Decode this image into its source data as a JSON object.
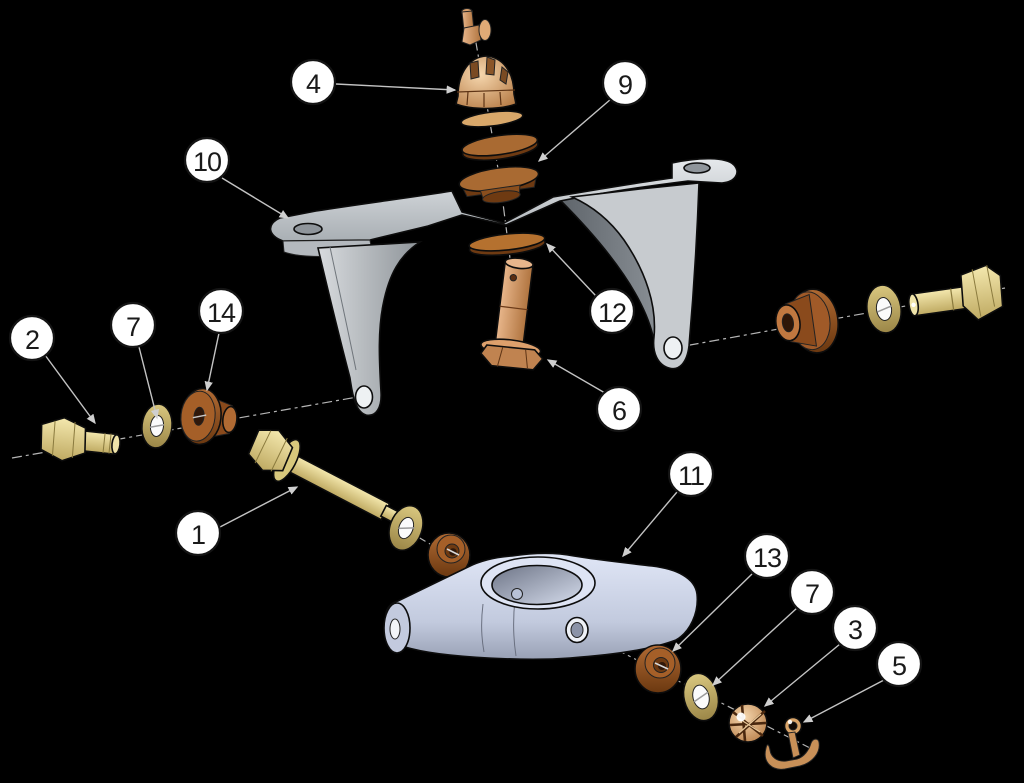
{
  "diagram": {
    "kind": "exploded-view-assembly-drawing",
    "background_color": "#000000",
    "visible_text": [
      "1",
      "2",
      "3",
      "4",
      "5",
      "6",
      "7",
      "9",
      "10",
      "11",
      "12",
      "13",
      "14"
    ]
  },
  "balloons": [
    {
      "label": "4",
      "part": "castellated-dome-nut"
    },
    {
      "label": "9",
      "part": "washer-spacer-stack"
    },
    {
      "label": "10",
      "part": "upper-mount-bracket"
    },
    {
      "label": "2",
      "part": "short-hex-bolt"
    },
    {
      "label": "7",
      "part": "flat-washer-left"
    },
    {
      "label": "14",
      "part": "flanged-bushing-left"
    },
    {
      "label": "12",
      "part": "thrust-washer-disc"
    },
    {
      "label": "6",
      "part": "pivot-pin-bolt"
    },
    {
      "label": "1",
      "part": "long-hex-bolt"
    },
    {
      "label": "11",
      "part": "lower-arm"
    },
    {
      "label": "13",
      "part": "flanged-bushing-lower"
    },
    {
      "label": "7",
      "part": "flat-washer-lower"
    },
    {
      "label": "3",
      "part": "castle-nut"
    },
    {
      "label": "5",
      "part": "cotter-pin"
    }
  ],
  "palette": {
    "background": "#000000",
    "bracket_gray": "#cfd3d7",
    "arm_blue_gray": "#ccd4ea",
    "bolt_khaki": "#e9dc9e",
    "washer_brass": "#c7b372",
    "bushing_brown": "#8a4a1c",
    "pin_copper": "#d9a478",
    "balloon_fill": "#ffffff",
    "balloon_stroke": "#141414",
    "line_gray": "#c3c3c3"
  }
}
